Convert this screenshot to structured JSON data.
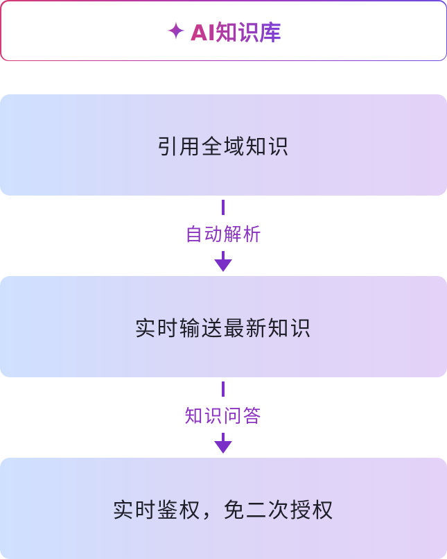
{
  "header": {
    "title": "AI知识库",
    "icon": "sparkle-icon"
  },
  "steps": [
    {
      "label": "引用全域知识"
    },
    {
      "label": "实时输送最新知识"
    },
    {
      "label": "实时鉴权，免二次授权"
    }
  ],
  "connectors": [
    {
      "label": "自动解析"
    },
    {
      "label": "知识问答"
    }
  ],
  "colors": {
    "accent": "#7a2fc6",
    "box_start": "#cfe0ff",
    "box_end": "#e4d2f8",
    "border_start": "#d63a74",
    "border_end": "#6c4be0"
  }
}
